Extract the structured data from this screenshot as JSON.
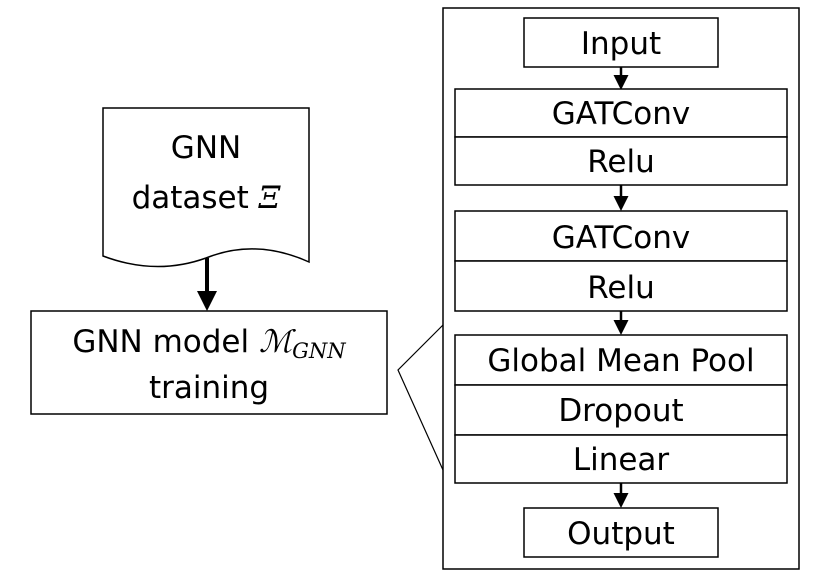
{
  "dataset": {
    "line1": "GNN",
    "line2_text": "dataset ",
    "line2_symbol": "Ξ"
  },
  "training": {
    "line1_text": "GNN model ",
    "line1_symbol": "ℳ",
    "line1_subscript": "GNN",
    "line2": "training"
  },
  "architecture": {
    "input": "Input",
    "block1": [
      "GATConv",
      "Relu"
    ],
    "block2": [
      "GATConv",
      "Relu"
    ],
    "block3": [
      "Global Mean Pool",
      "Dropout",
      "Linear"
    ],
    "output": "Output"
  }
}
